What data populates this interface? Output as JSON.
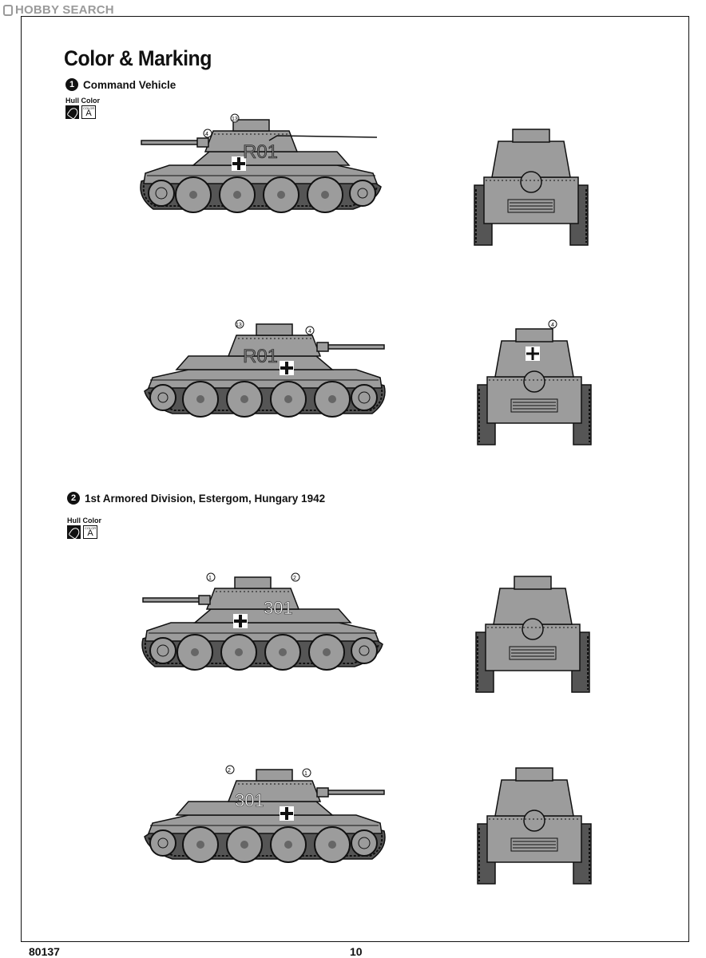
{
  "watermark": "HOBBY SEARCH",
  "title": "Color & Marking",
  "sections": [
    {
      "number": "1",
      "heading": "Command Vehicle",
      "hull_color_label": "Hull Color",
      "color_small": "COLOR",
      "color_code": "A",
      "turret_marking": "R01",
      "callouts": {
        "side_left": [
          "4",
          "13"
        ],
        "side_right": [
          "13",
          "4"
        ],
        "rear": [
          "4"
        ]
      }
    },
    {
      "number": "2",
      "heading": "1st Armored Division, Estergom, Hungary 1942",
      "hull_color_label": "Hull Color",
      "color_small": "COLOR",
      "color_code": "A",
      "turret_marking": "301",
      "callouts": {
        "side_left": [
          "1",
          "2"
        ],
        "side_right": [
          "2",
          "1"
        ]
      }
    }
  ],
  "footer": {
    "product_code": "80137",
    "page_number": "10"
  },
  "colors": {
    "tank_fill": "#9c9c9c",
    "ink": "#111111",
    "turret_number_fill": "#ffffff"
  }
}
